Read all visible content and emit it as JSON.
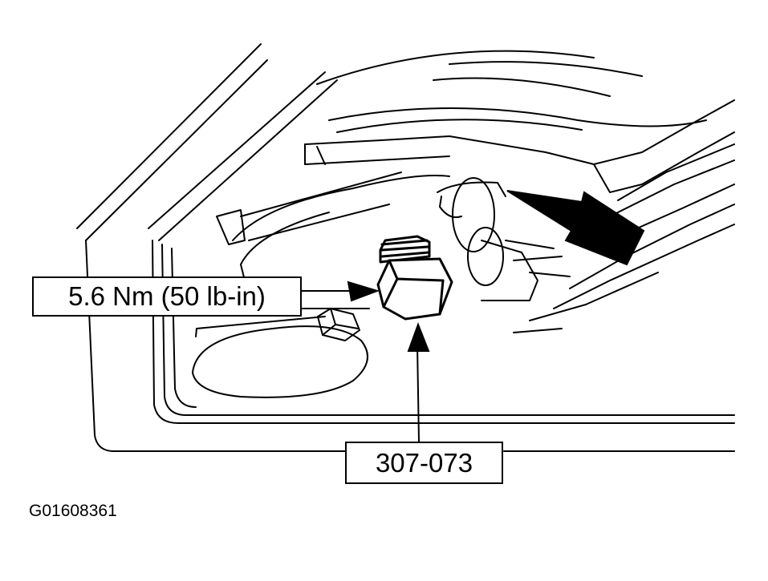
{
  "callouts": {
    "torque_spec": "5.6 Nm (50 lb-in)",
    "tool_number": "307-073"
  },
  "figure_id": "G01608361",
  "colors": {
    "line": "#000000",
    "background": "#ffffff"
  },
  "icons": [
    "drain-plug-icon",
    "pointer-arrow-icon",
    "location-arrow-icon"
  ]
}
